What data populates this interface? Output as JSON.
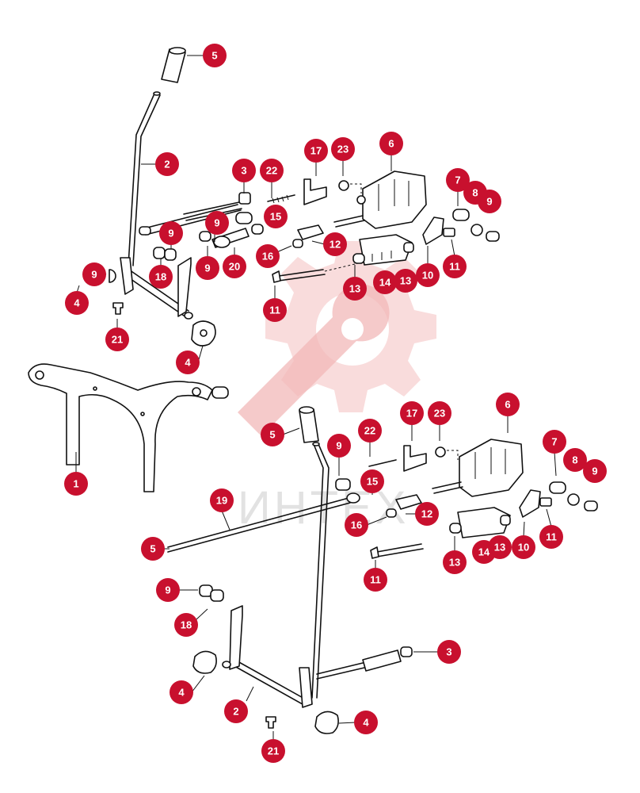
{
  "colors": {
    "badge": "#c8102e",
    "badge_text": "#ffffff",
    "line_art": "#111111",
    "watermark_logo": "#f4c8c8",
    "watermark_text": "#e2e2e2"
  },
  "watermark": {
    "text": "ИНТЕХ",
    "logo": "gear-with-wrench-icon"
  },
  "callouts": [
    "5",
    "2",
    "3",
    "22",
    "17",
    "23",
    "6",
    "7",
    "8",
    "9",
    "9",
    "15",
    "9",
    "9",
    "12",
    "16",
    "20",
    "18",
    "9",
    "13",
    "14",
    "13",
    "10",
    "11",
    "4",
    "11",
    "21",
    "4",
    "1",
    "5",
    "6",
    "22",
    "17",
    "23",
    "9",
    "7",
    "8",
    "9",
    "19",
    "15",
    "12",
    "16",
    "5",
    "13",
    "14",
    "13",
    "10",
    "11",
    "11",
    "9",
    "18",
    "3",
    "4",
    "2",
    "4",
    "21"
  ]
}
